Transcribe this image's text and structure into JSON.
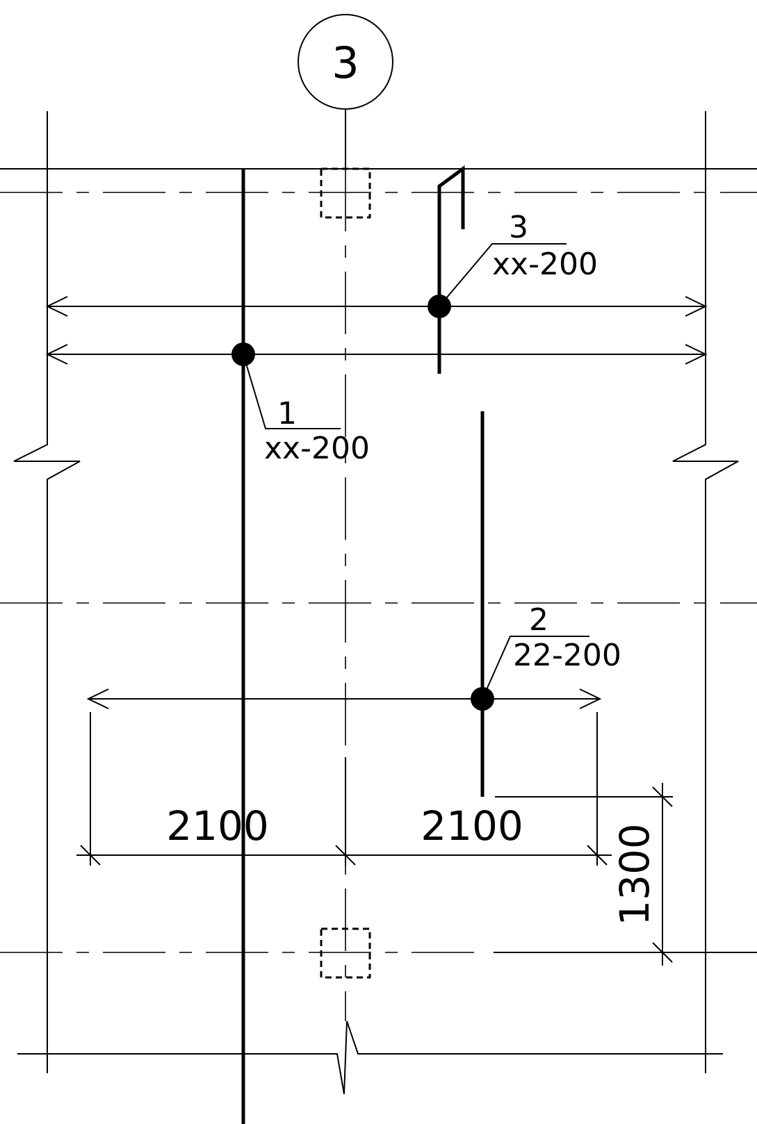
{
  "grid_axis": {
    "label": "3"
  },
  "rebars": [
    {
      "number": "1",
      "spec": "xx-200"
    },
    {
      "number": "2",
      "spec": "22-200"
    },
    {
      "number": "3",
      "spec": "xx-200"
    }
  ],
  "dimensions": {
    "left_span": "2100",
    "right_span": "2100",
    "vertical_offset": "1300"
  }
}
